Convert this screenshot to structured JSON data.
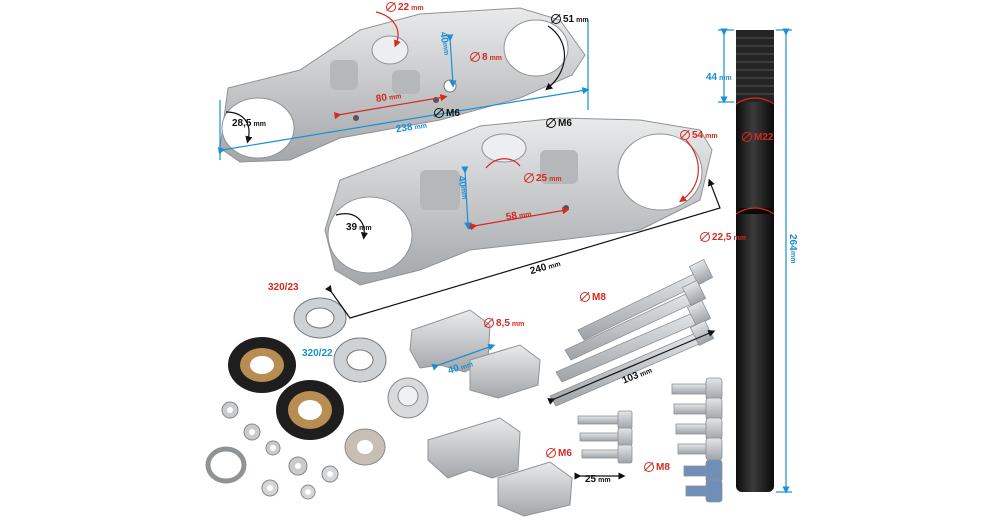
{
  "colors": {
    "dim_red": "#d42a22",
    "dim_black": "#111111",
    "dim_blue": "#1b8fd2",
    "aluminium": "#c9cbcd",
    "steel_tube": "#1c1c1c"
  },
  "labels": {
    "d22": {
      "value": "22",
      "unit": "mm",
      "color": "red"
    },
    "d51": {
      "value": "51",
      "unit": "mm",
      "color": "black"
    },
    "d40_upper": {
      "value": "40",
      "unit": "mm",
      "color": "blue"
    },
    "d8": {
      "value": "8",
      "unit": "mm",
      "color": "red"
    },
    "d80": {
      "value": "80",
      "unit": "mm",
      "color": "red"
    },
    "d28_5": {
      "value": "28,5",
      "unit": "mm",
      "color": "black"
    },
    "m6_upper": {
      "value": "M6",
      "unit": "",
      "color": "black"
    },
    "d238": {
      "value": "238",
      "unit": "mm",
      "color": "blue"
    },
    "m6_lower": {
      "value": "M6",
      "unit": "",
      "color": "black"
    },
    "d54": {
      "value": "54",
      "unit": "mm",
      "color": "red"
    },
    "d25_clamp": {
      "value": "25",
      "unit": "mm",
      "color": "red"
    },
    "d40_lower": {
      "value": "40",
      "unit": "mm",
      "color": "blue"
    },
    "d58": {
      "value": "58",
      "unit": "mm",
      "color": "red"
    },
    "d39": {
      "value": "39",
      "unit": "mm",
      "color": "black"
    },
    "d240": {
      "value": "240",
      "unit": "mm",
      "color": "black"
    },
    "d44": {
      "value": "44",
      "unit": "mm",
      "color": "blue"
    },
    "m22": {
      "value": "M22",
      "unit": "",
      "color": "red"
    },
    "d22_5": {
      "value": "22,5",
      "unit": "mm",
      "color": "red"
    },
    "d264": {
      "value": "264",
      "unit": "mm",
      "color": "blue"
    },
    "bearing_320_23": {
      "value": "320/23",
      "unit": "",
      "color": "red"
    },
    "bearing_320_22": {
      "value": "320/22",
      "unit": "",
      "color": "blue"
    },
    "d8_5": {
      "value": "8,5",
      "unit": "mm",
      "color": "red"
    },
    "d40_block": {
      "value": "40",
      "unit": "mm",
      "color": "blue"
    },
    "m8_long": {
      "value": "M8",
      "unit": "",
      "color": "red"
    },
    "d103": {
      "value": "103",
      "unit": "mm",
      "color": "black"
    },
    "m6_short": {
      "value": "M6",
      "unit": "",
      "color": "red"
    },
    "d25_bolt": {
      "value": "25",
      "unit": "mm",
      "color": "black"
    },
    "m8_short": {
      "value": "M8",
      "unit": "",
      "color": "red"
    }
  }
}
